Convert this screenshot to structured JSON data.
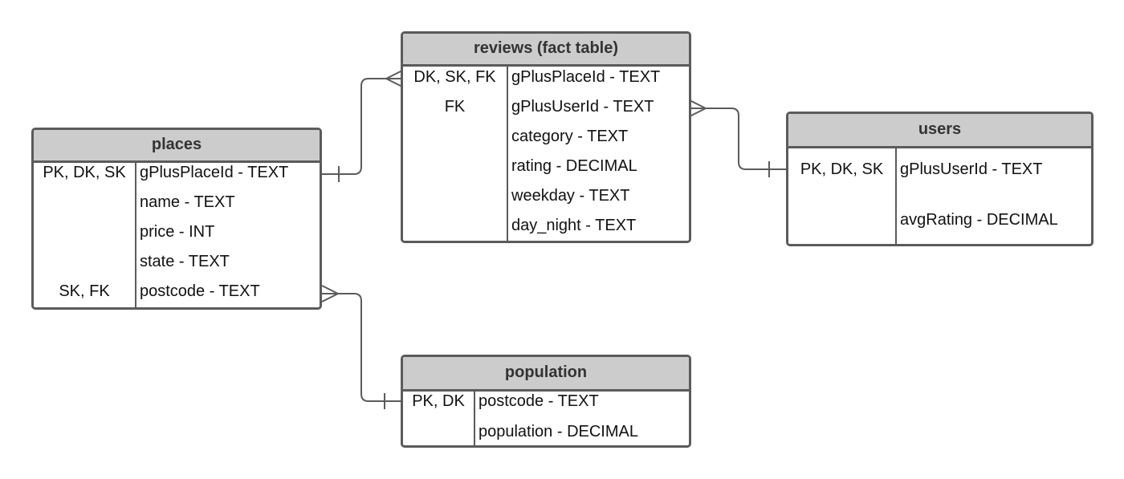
{
  "entities": {
    "places": {
      "title": "places",
      "rows": [
        {
          "key": "PK, DK, SK",
          "field": "gPlusPlaceId - TEXT"
        },
        {
          "key": "",
          "field": "name - TEXT"
        },
        {
          "key": "",
          "field": "price - INT"
        },
        {
          "key": "",
          "field": "state - TEXT"
        },
        {
          "key": "SK, FK",
          "field": "postcode - TEXT"
        }
      ]
    },
    "reviews": {
      "title": "reviews (fact table)",
      "rows": [
        {
          "key": "DK, SK, FK",
          "field": "gPlusPlaceId - TEXT"
        },
        {
          "key": "FK",
          "field": "gPlusUserId - TEXT"
        },
        {
          "key": "",
          "field": "category - TEXT"
        },
        {
          "key": "",
          "field": "rating - DECIMAL"
        },
        {
          "key": "",
          "field": "weekday - TEXT"
        },
        {
          "key": "",
          "field": "day_night - TEXT"
        }
      ]
    },
    "users": {
      "title": "users",
      "rows": [
        {
          "key": "PK, DK, SK",
          "field": "gPlusUserId - TEXT"
        },
        {
          "key": "",
          "field": "avgRating - DECIMAL"
        }
      ]
    },
    "population": {
      "title": "population",
      "rows": [
        {
          "key": "PK, DK",
          "field": "postcode - TEXT"
        },
        {
          "key": "",
          "field": "population - DECIMAL"
        }
      ]
    }
  },
  "relationships": [
    {
      "from": "places.gPlusPlaceId",
      "from_cardinality": "one",
      "to": "reviews.gPlusPlaceId",
      "to_cardinality": "many"
    },
    {
      "from": "users.gPlusUserId",
      "from_cardinality": "one",
      "to": "reviews.gPlusUserId",
      "to_cardinality": "many"
    },
    {
      "from": "population.postcode",
      "from_cardinality": "one",
      "to": "places.postcode",
      "to_cardinality": "many"
    }
  ],
  "colors": {
    "header_fill": "#cccccc",
    "border": "#5b5b5b",
    "connector": "#5b5b5b"
  }
}
